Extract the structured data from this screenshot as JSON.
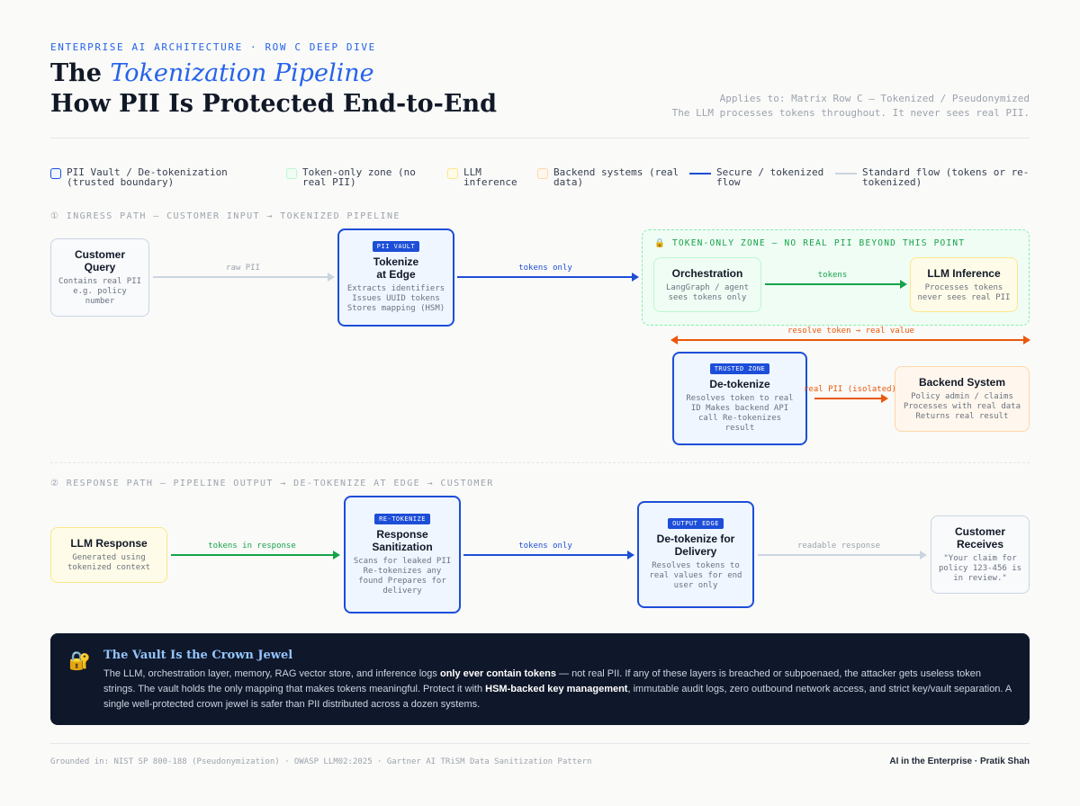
{
  "header": {
    "eyebrow": "ENTERPRISE AI ARCHITECTURE · ROW C DEEP DIVE",
    "title_prefix": "The ",
    "title_accent": "Tokenization Pipeline",
    "subtitle": "How PII Is Protected End-to-End",
    "applies_line1": "Applies to: Matrix Row C — Tokenized / Pseudonymized",
    "applies_line2": "The LLM processes tokens throughout. It never sees real PII."
  },
  "legend": [
    {
      "label": "PII Vault / De-tokenization (trusted boundary)",
      "color": "#1d4ed8"
    },
    {
      "label": "Token-only zone (no real PII)",
      "color": "#bbf7d0"
    },
    {
      "label": "LLM inference",
      "color": "#fde68a"
    },
    {
      "label": "Backend systems (real data)",
      "color": "#fed7aa"
    },
    {
      "label": "Secure / tokenized flow",
      "color": "#1d4ed8"
    },
    {
      "label": "Standard flow (tokens or re-tokenized)",
      "color": "#cbd5e1"
    }
  ],
  "ingress": {
    "section_label": "① INGRESS PATH — CUSTOMER INPUT → TOKENIZED PIPELINE",
    "customer_query": {
      "title": "Customer Query",
      "desc": "Contains real PII e.g. policy number"
    },
    "tokenize": {
      "badge": "PII VAULT",
      "title": "Tokenize at Edge",
      "desc": "Extracts identifiers Issues UUID tokens Stores mapping (HSM)"
    },
    "zone_label": "🔒 TOKEN-ONLY ZONE — NO REAL PII BEYOND THIS POINT",
    "orchestration": {
      "title": "Orchestration",
      "desc": "LangGraph / agent sees tokens only"
    },
    "llm_inference": {
      "title": "LLM Inference",
      "desc": "Processes tokens never sees real PII"
    },
    "detokenize": {
      "badge": "TRUSTED ZONE",
      "title": "De-tokenize",
      "desc": "Resolves token to real ID Makes backend API call Re-tokenizes result"
    },
    "backend": {
      "title": "Backend System",
      "desc": "Policy admin / claims Processes with real data Returns real result"
    },
    "arrows": {
      "raw_pii": "raw PII",
      "tokens_only": "tokens only",
      "tokens": "tokens",
      "resolve": "resolve token → real value",
      "real_pii": "real PII (isolated)"
    }
  },
  "response": {
    "section_label": "② RESPONSE PATH — PIPELINE OUTPUT → DE-TOKENIZE AT EDGE → CUSTOMER",
    "llm_response": {
      "title": "LLM Response",
      "desc": "Generated using tokenized context"
    },
    "sanitize": {
      "badge": "RE-TOKENIZE",
      "title": "Response Sanitization",
      "desc": "Scans for leaked PII Re-tokenizes any found Prepares for delivery"
    },
    "detok_delivery": {
      "badge": "OUTPUT EDGE",
      "title": "De-tokenize for Delivery",
      "desc": "Resolves tokens to real values for end user only"
    },
    "customer_receives": {
      "title": "Customer Receives",
      "desc": "\"Your claim for policy 123-456 is in review.\""
    },
    "arrows": {
      "tokens_in_response": "tokens in response",
      "tokens_only": "tokens only",
      "readable": "readable response"
    }
  },
  "callout": {
    "icon": "lock-icon",
    "title": "The Vault Is the Crown Jewel",
    "body_1": "The LLM, orchestration layer, memory, RAG vector store, and inference logs ",
    "body_b1": "only ever contain tokens",
    "body_2": " — not real PII. If any of these layers is breached or subpoenaed, the attacker gets useless token strings. The vault holds the only mapping that makes tokens meaningful. Protect it with ",
    "body_b2": "HSM-backed key management",
    "body_3": ", immutable audit logs, zero outbound network access, and strict key/vault separation. A single well-protected crown jewel is safer than PII distributed across a dozen systems."
  },
  "footer": {
    "left": "Grounded in: NIST SP 800-188 (Pseudonymization) · OWASP LLM02:2025 · Gartner AI TRiSM Data Sanitization Pattern",
    "right": "AI in the Enterprise · Pratik Shah"
  }
}
